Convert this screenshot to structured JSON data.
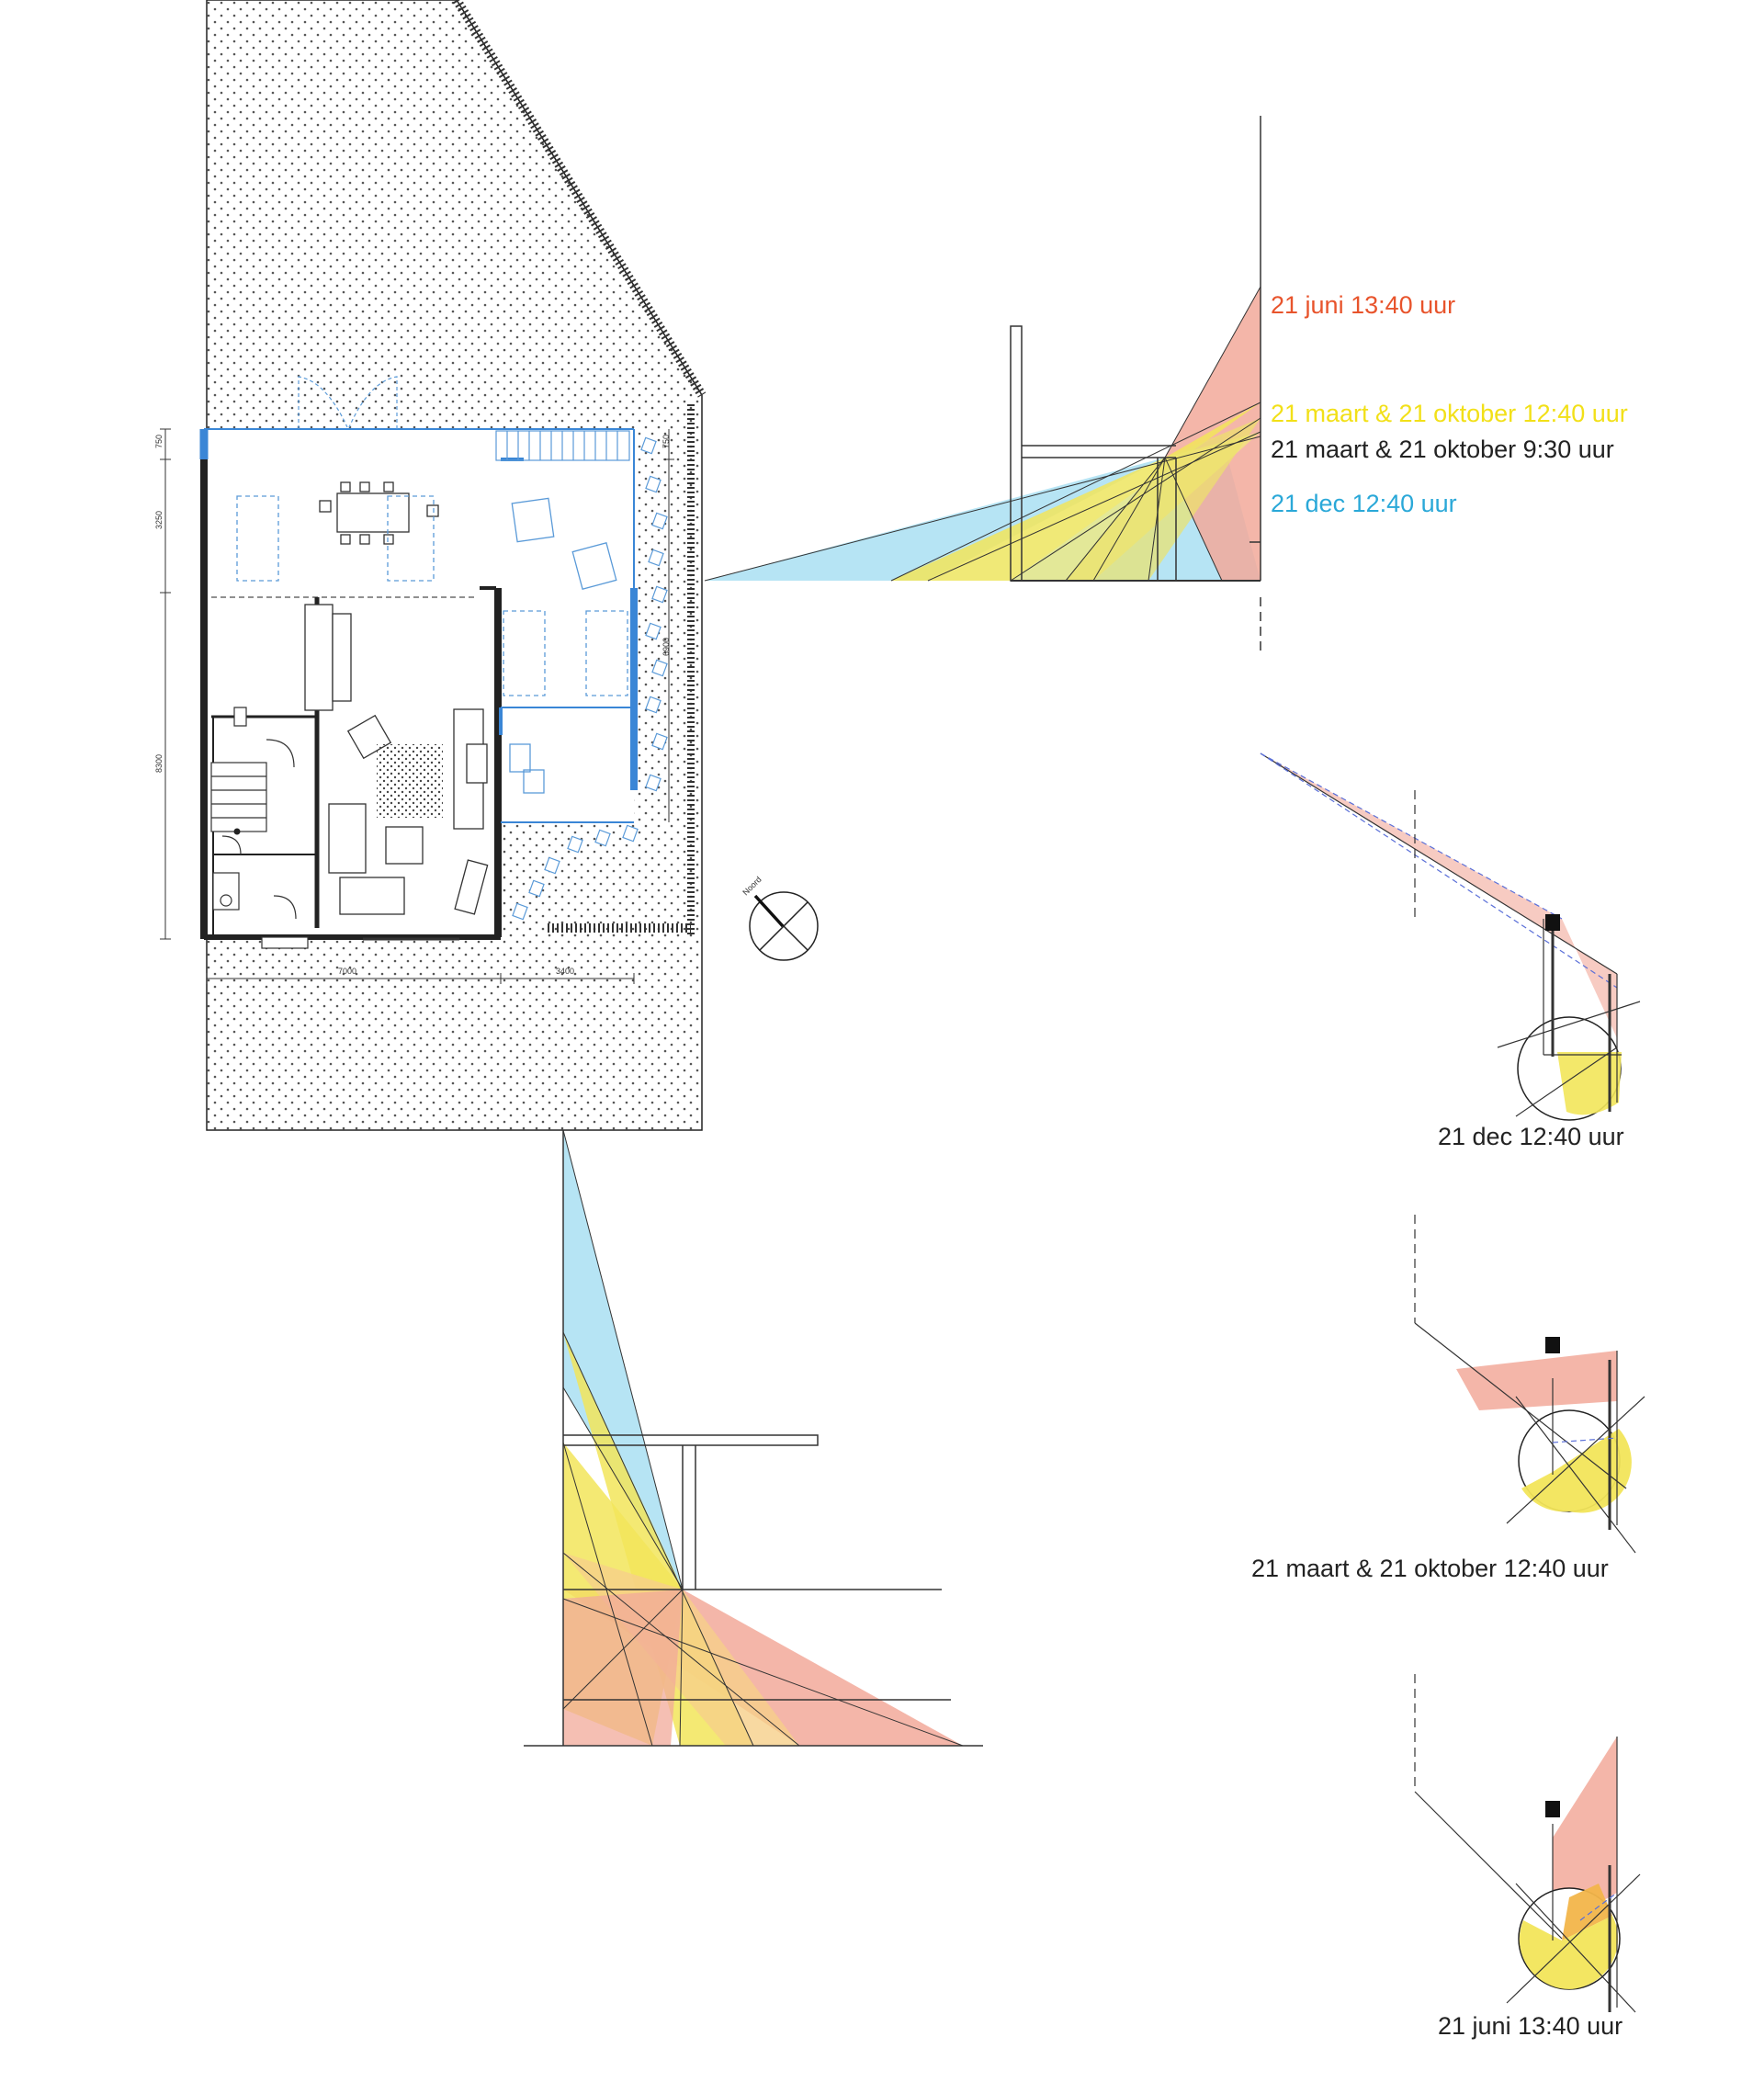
{
  "legend": [
    {
      "text": "21 juni 13:40 uur",
      "color": "#e8542c"
    },
    {
      "text": "21 maart & 21 oktober 12:40 uur",
      "color": "#f2e018"
    },
    {
      "text": "21 maart & 21 oktober 9:30 uur",
      "color": "#222222"
    },
    {
      "text": "21 dec 12:40 uur",
      "color": "#2aa8d8"
    }
  ],
  "captions": {
    "dec": "21 dec 12:40 uur",
    "maart": "21 maart & 21 oktober 12:40 uur",
    "juni": "21 juni 13:40 uur"
  },
  "dimensions": {
    "d750_left": "750",
    "d3250": "3250",
    "d8300": "8300",
    "d750_right": "750",
    "d6900": "6900",
    "d7000": "7000",
    "d3400": "3400"
  },
  "compass_label": "Noord",
  "colors": {
    "june": "#f2a99a",
    "march": "#f2e55a",
    "dec": "#a9dff2",
    "window_blue": "#3a86d6",
    "furniture_blue": "#5a9ad8",
    "stipple": "#555555"
  }
}
